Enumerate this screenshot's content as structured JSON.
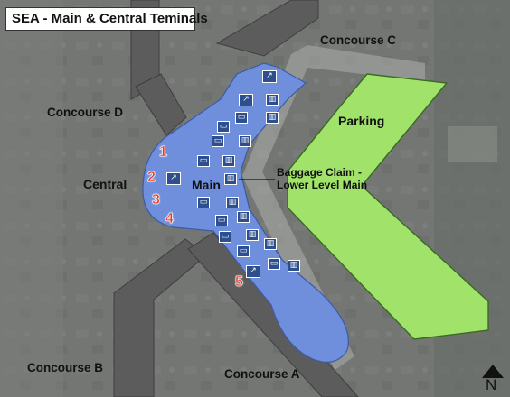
{
  "title": "SEA - Main & Central Teminals",
  "labels": {
    "concourse_c": "Concourse C",
    "concourse_d": "Concourse D",
    "concourse_b": "Concourse B",
    "concourse_a": "Concourse A",
    "central": "Central",
    "main": "Main",
    "parking": "Parking",
    "baggage_line1": "Baggage Claim -",
    "baggage_line2": "Lower Level Main"
  },
  "markers": [
    "1",
    "2",
    "3",
    "4",
    "5"
  ],
  "north": "N",
  "icons": {
    "checkin": "check-in-counter-icon",
    "baggage": "baggage-icon",
    "escalator": "escalator-icon"
  },
  "colors": {
    "background": "#6f726e",
    "terminal": "#6f8fdc",
    "parking": "#a0e26a",
    "concourse": "#5c5c5c",
    "icon": "#2d4f8d",
    "marker": "#e23a2a"
  }
}
